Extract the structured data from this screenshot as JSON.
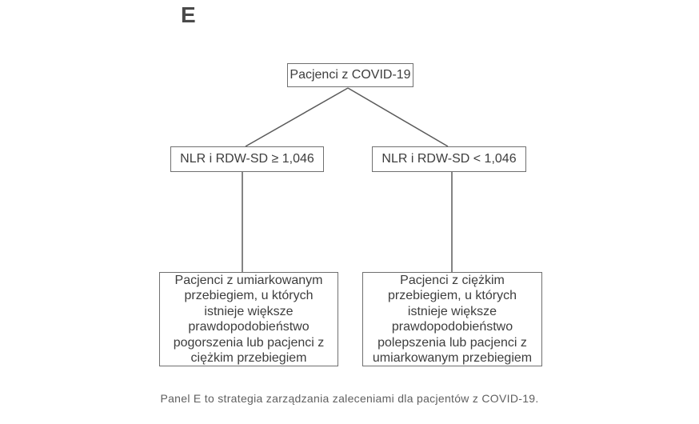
{
  "panel": {
    "label": "E"
  },
  "flowchart": {
    "root": "Pacjenci z COVID-19",
    "branches": [
      {
        "condition": "NLR i RDW-SD ≥ 1,046",
        "outcome": "Pacjenci z umiarkowanym\nprzebiegiem, u których\nistnieje większe\nprawdopodobieństwo\npogorszenia lub pacjenci z\nciężkim przebiegiem"
      },
      {
        "condition": "NLR i RDW-SD < 1,046",
        "outcome": "Pacjenci z ciężkim\nprzebiegiem, u których\nistnieje większe\nprawdopodobieństwo\npolepszenia lub pacjenci z\numiarkowanym przebiegiem"
      }
    ]
  },
  "caption": "Panel E to strategia zarządzania zaleceniami dla pacjentów z COVID-19.",
  "colors": {
    "background": "#ffffff",
    "box_border": "#707070",
    "box_text": "#3d3d3d",
    "connector": "#5a5a5a",
    "caption_text": "#5f5f5f",
    "panel_label": "#4a4a4a"
  }
}
